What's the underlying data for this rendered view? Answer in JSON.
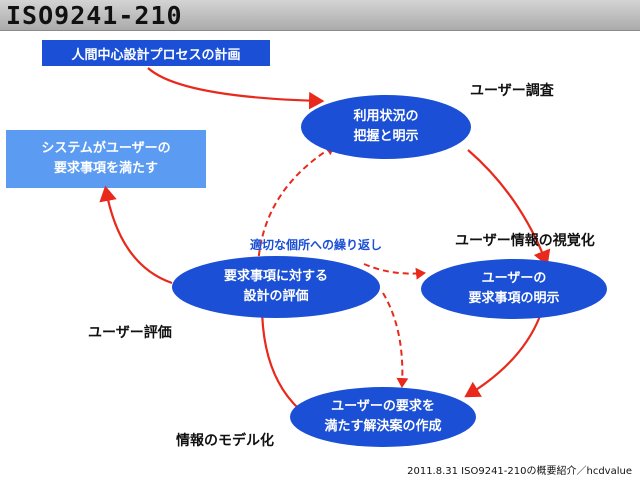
{
  "title": "ISO9241-210",
  "banner": "人間中心設計プロセスの計画",
  "goal": "システムがユーザーの\n要求事項を満たす",
  "nodes": {
    "context": "利用状況の\n把握と明示",
    "requirements": "ユーザーの\n要求事項の明示",
    "design": "ユーザーの要求を\n満たす解決案の作成",
    "evaluation": "要求事項に対する\n設計の評価"
  },
  "labels": {
    "survey": "ユーザー調査",
    "visualization": "ユーザー情報の視覚化",
    "modeling": "情報のモデル化",
    "user_evaluation": "ユーザー評価",
    "iterate": "適切な個所への繰り返し"
  },
  "footer": "2011.8.31  ISO9241-210の概要紹介／hcdvalue",
  "colors": {
    "ellipse": "#1a4fd6",
    "banner": "#1a4fd6",
    "goal_box": "#5b9cf2",
    "arrow": "#e8291b"
  }
}
